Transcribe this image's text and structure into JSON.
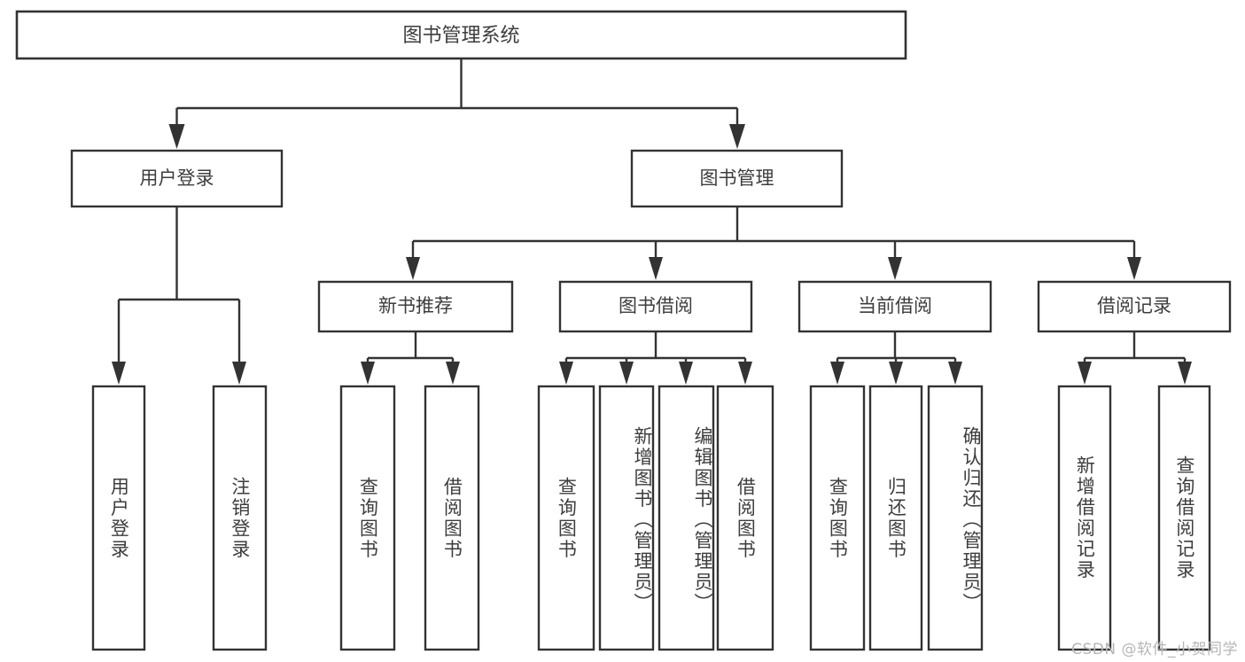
{
  "diagram": {
    "type": "tree-hierarchy",
    "title": "图书管理系统",
    "watermark": "CSDN @软件_小贺同学",
    "colors": {
      "stroke": "#333333",
      "box_fill": "#ffffff",
      "text": "#3d3d3d",
      "background": "#ffffff",
      "watermark": "#b6b6b6"
    },
    "levels": {
      "root": {
        "label": "图书管理系统"
      },
      "level2": [
        {
          "label": "用户登录"
        },
        {
          "label": "图书管理"
        }
      ],
      "level3": [
        {
          "label": "新书推荐"
        },
        {
          "label": "图书借阅"
        },
        {
          "label": "当前借阅"
        },
        {
          "label": "借阅记录"
        }
      ],
      "leaves": [
        {
          "label": "用户登录",
          "parent": "用户登录"
        },
        {
          "label": "注销登录",
          "parent": "用户登录"
        },
        {
          "label": "查询图书",
          "parent": "新书推荐"
        },
        {
          "label": "借阅图书",
          "parent": "新书推荐"
        },
        {
          "label": "查询图书",
          "parent": "图书借阅"
        },
        {
          "label": "新增图书（管理员）",
          "parent": "图书借阅"
        },
        {
          "label": "编辑图书（管理员）",
          "parent": "图书借阅"
        },
        {
          "label": "借阅图书",
          "parent": "图书借阅"
        },
        {
          "label": "查询图书",
          "parent": "当前借阅"
        },
        {
          "label": "归还图书",
          "parent": "当前借阅"
        },
        {
          "label": "确认归还（管理员）",
          "parent": "当前借阅"
        },
        {
          "label": "新增借阅记录",
          "parent": "借阅记录"
        },
        {
          "label": "查询借阅记录",
          "parent": "借阅记录"
        }
      ]
    }
  }
}
